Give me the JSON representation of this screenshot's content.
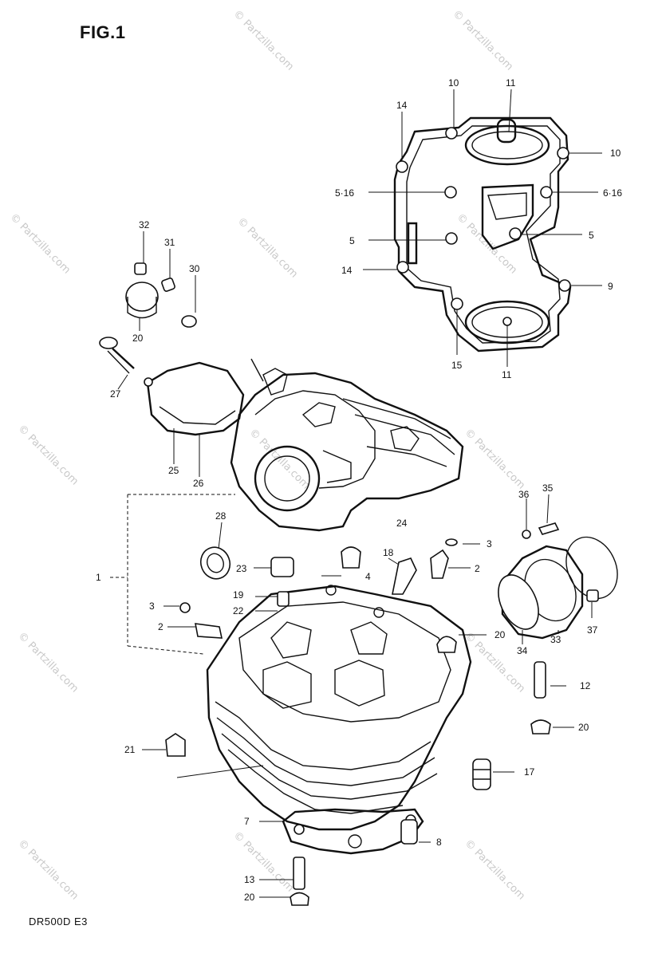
{
  "figure": {
    "title": "FIG.1",
    "model_code": "DR500D E3",
    "watermark": "© Partzilla.com"
  },
  "callouts": {
    "c1": "1",
    "c2a": "2",
    "c2b": "2",
    "c3a": "3",
    "c3b": "3",
    "c4": "4",
    "c5a": "5",
    "c5b": "5",
    "c5_16": "5·16",
    "c6_16": "6·16",
    "c7": "7",
    "c8": "8",
    "c9": "9",
    "c10a": "10",
    "c10b": "10",
    "c11a": "11",
    "c11b": "11",
    "c12": "12",
    "c13": "13",
    "c14a": "14",
    "c14b": "14",
    "c15": "15",
    "c17": "17",
    "c18": "18",
    "c19": "19",
    "c20a": "20",
    "c20b": "20",
    "c20c": "20",
    "c20d": "20",
    "c21": "21",
    "c22": "22",
    "c23": "23",
    "c24": "24",
    "c25": "25",
    "c26": "26",
    "c27": "27",
    "c28": "28",
    "c30": "30",
    "c31": "31",
    "c32": "32",
    "c33": "33",
    "c34": "34",
    "c35": "35",
    "c36": "36",
    "c37": "37"
  }
}
